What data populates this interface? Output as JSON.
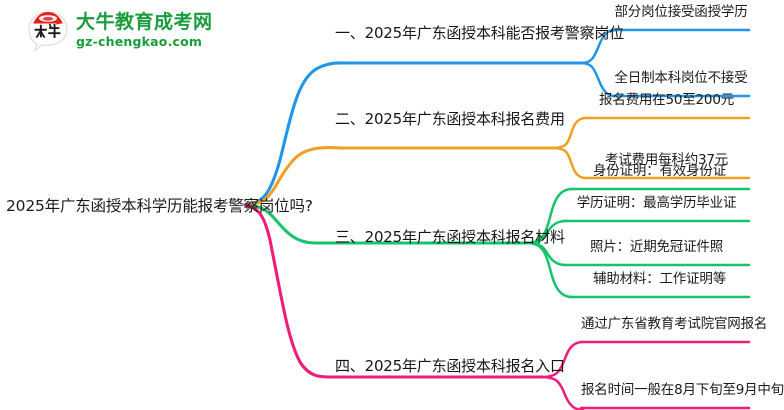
{
  "logo": {
    "mark_name": "daniu-bull-badge",
    "cn_name": "大牛教育成考网",
    "domain": "gz-chengkao.com",
    "brand_green": "#1a9c3c",
    "brand_red": "#e2231a"
  },
  "mindmap": {
    "root": "2025年广东函授本科学历能报考警察岗位吗?",
    "branches": [
      {
        "color": "#2196E8",
        "label": "一、2025年广东函授本科能否报考警察岗位",
        "leaves": [
          "部分岗位接受函授学历",
          "全日制本科岗位不接受"
        ]
      },
      {
        "color": "#F0A020",
        "label": "二、2025年广东函授本科报名费用",
        "leaves": [
          "报名费用在50至200元",
          "考试费用每科约37元"
        ]
      },
      {
        "color": "#15C56B",
        "label": "三、2025年广东函授本科报名材料",
        "leaves": [
          "身份证明：有效身份证",
          "学历证明：最高学历毕业证",
          "照片：近期免冠证件照",
          "辅助材料：工作证明等"
        ]
      },
      {
        "color": "#ED1E79",
        "label": "四、2025年广东函授本科报名入口",
        "leaves": [
          "通过广东省教育考试院官网报名",
          "报名时间一般在8月下旬至9月中旬"
        ]
      }
    ]
  }
}
